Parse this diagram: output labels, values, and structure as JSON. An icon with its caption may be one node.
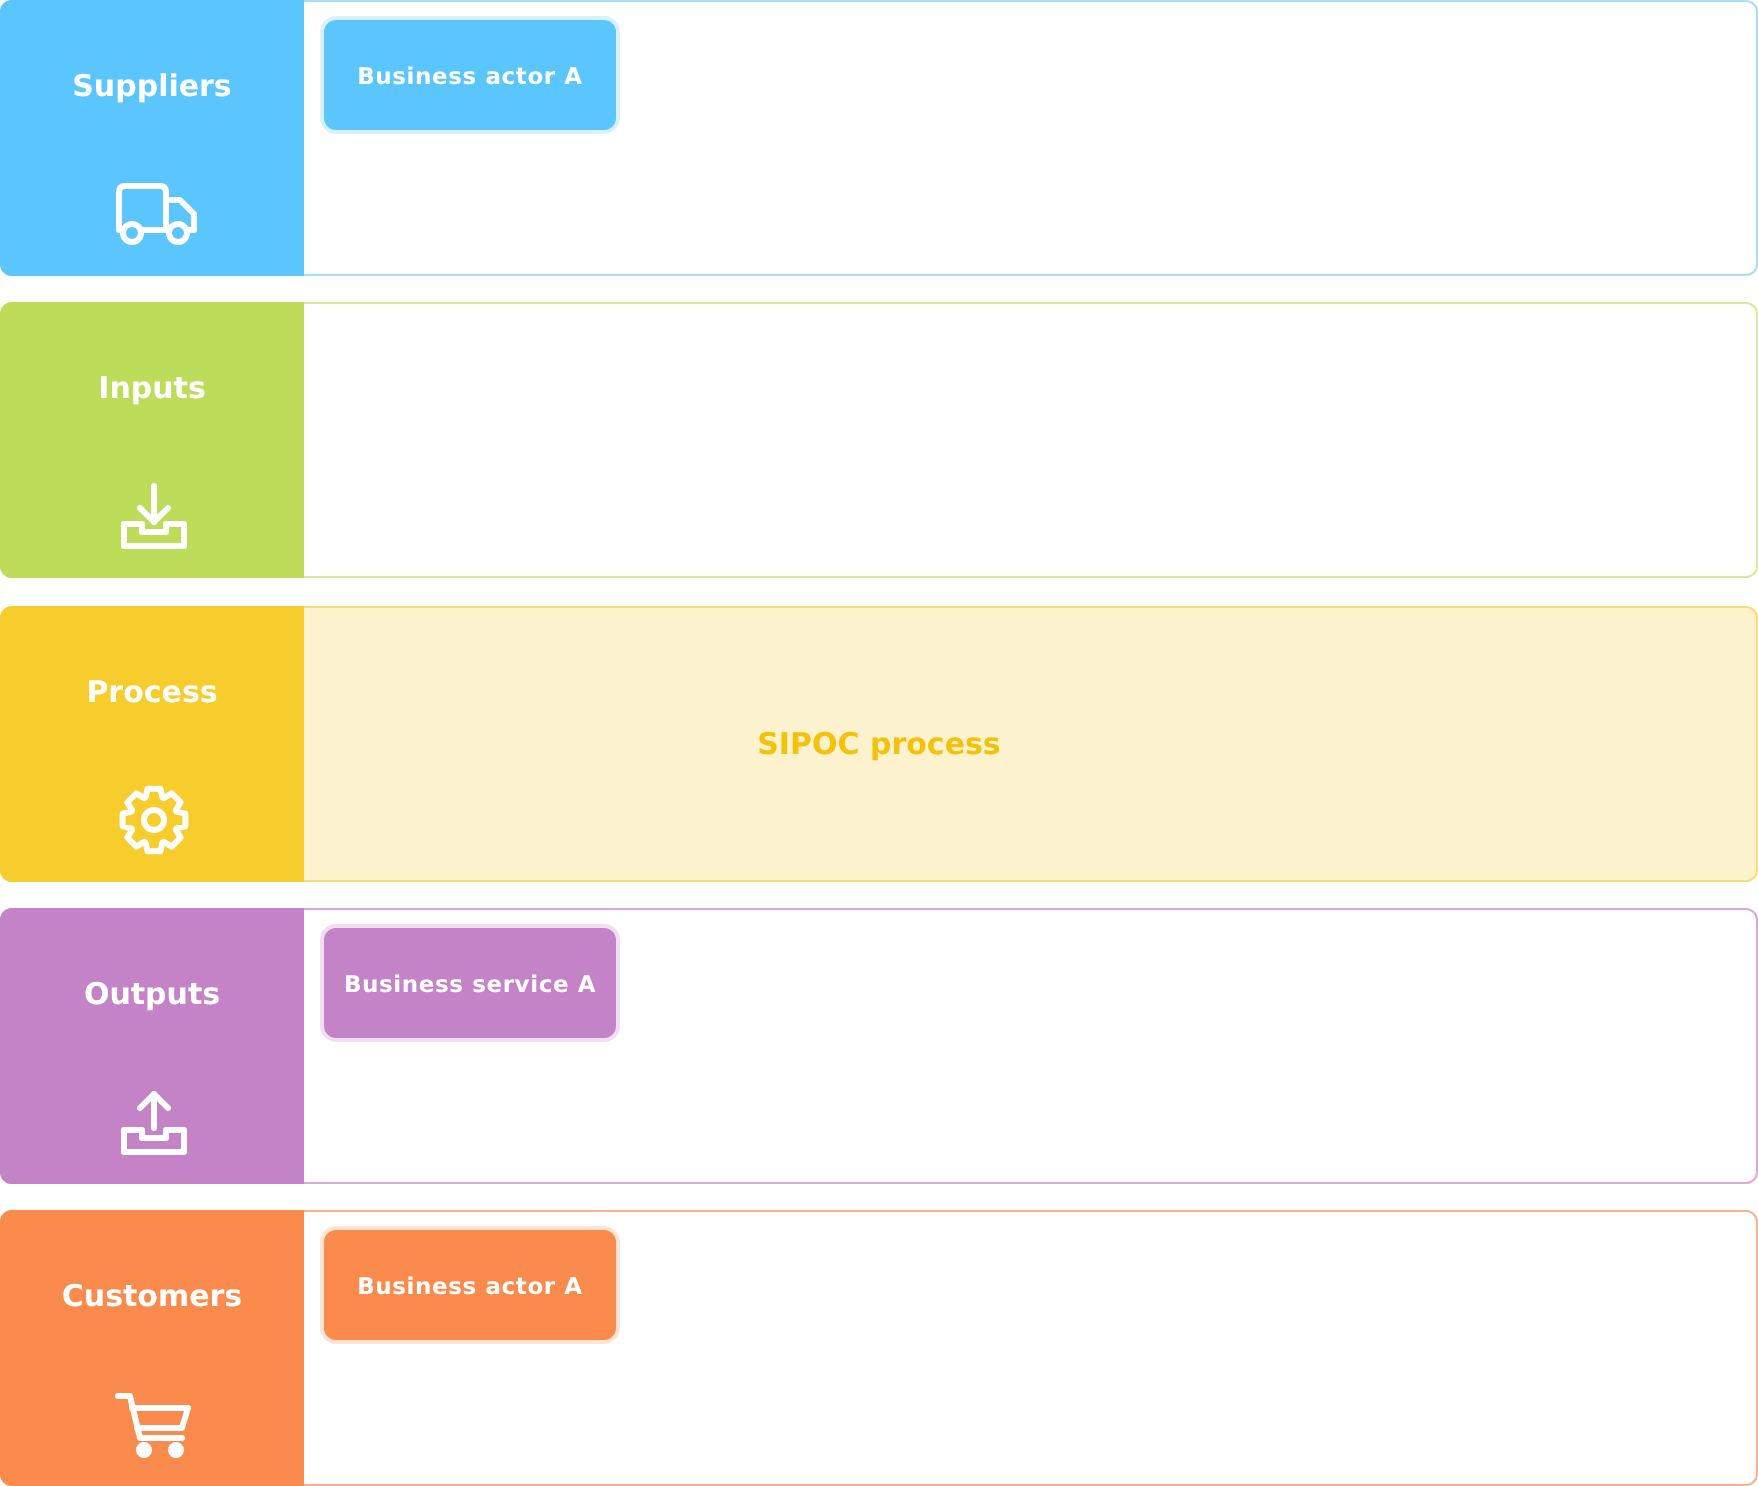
{
  "diagram": {
    "nodes": [
      {
        "text": [
          "Suppliers"
        ]
      },
      {
        "text": [
          "Business actor A"
        ],
        "in": 0
      },
      {
        "text": [
          "Inputs"
        ]
      },
      {
        "text": [
          "Process",
          "SIPOC process"
        ]
      },
      {
        "text": [
          "Outputs"
        ]
      },
      {
        "text": [
          "Business service A"
        ],
        "in": 4
      },
      {
        "text": [
          "Customers"
        ]
      },
      {
        "text": [
          "Business actor A"
        ],
        "in": 6
      }
    ]
  }
}
